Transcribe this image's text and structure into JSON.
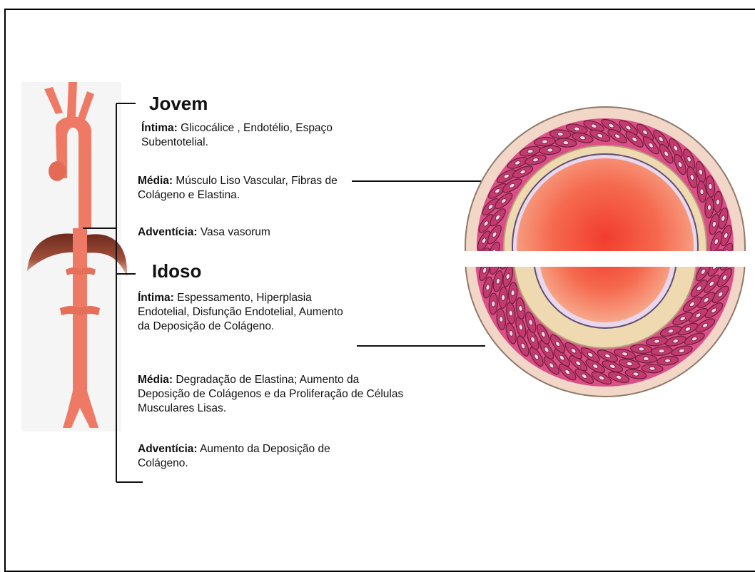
{
  "young": {
    "title": "Jovem",
    "intima": {
      "label": "Íntima:",
      "text": " Glicocálice , Endotélio, Espaço Subentotelial."
    },
    "media": {
      "label": "Média:",
      "text": " Músculo Liso Vascular, Fibras de Colágeno e Elastina."
    },
    "adventicia": {
      "label": "Adventícia:",
      "text": " Vasa vasorum"
    }
  },
  "old": {
    "title": "Idoso",
    "intima": {
      "label": "Íntima:",
      "text": " Espessamento, Hiperplasia Endotelial, Disfunção Endotelial, Aumento da Deposição de Colágeno."
    },
    "media": {
      "label": "Média:",
      "text": " Degradação de Elastina; Aumento da Deposição de Colágenos e da Proliferação de Células Musculares Lisas."
    },
    "adventicia": {
      "label": "Adventícia:",
      "text": " Aumento da Deposição de Colágeno."
    }
  },
  "colors": {
    "aorta": "#ee7a66",
    "diaphragm": "#8a3a2a",
    "adventitia": "#f2d6c7",
    "media_muscle": "#c23a6e",
    "lumen": "#f25a45",
    "intima_band": "#efd9b0"
  }
}
